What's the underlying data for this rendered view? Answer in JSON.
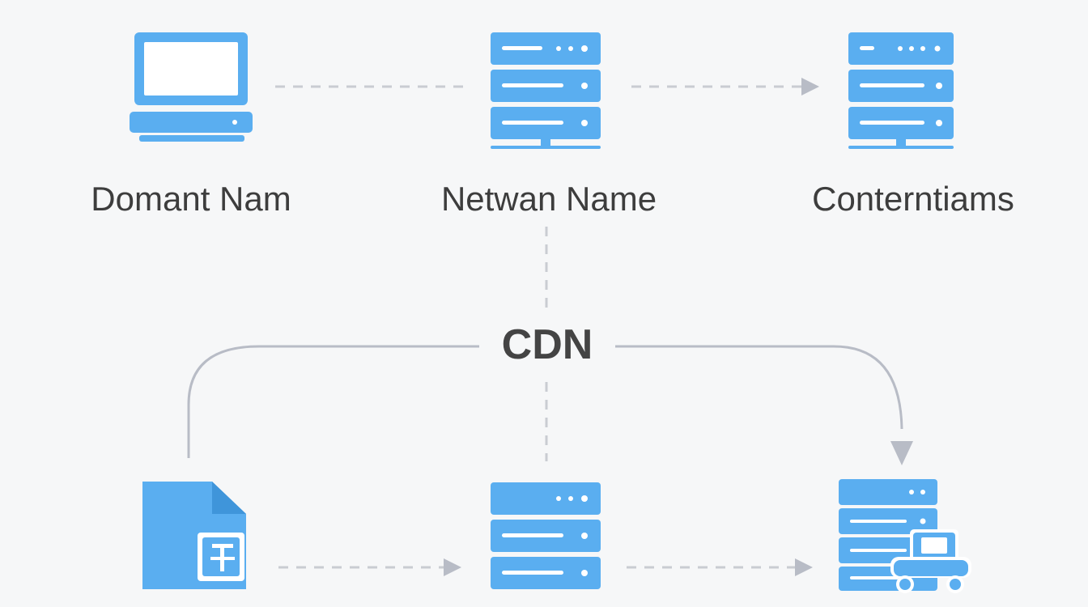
{
  "nodes": {
    "top_left": {
      "label": "Domant Nam",
      "icon": "laptop-icon"
    },
    "top_middle": {
      "label": "Netwan Name",
      "icon": "server-icon"
    },
    "top_right": {
      "label": "Conterntiams",
      "icon": "server-icon"
    },
    "bottom_left": {
      "icon": "document-icon"
    },
    "bottom_middle": {
      "icon": "server-icon"
    },
    "bottom_right": {
      "icon": "server-with-vehicle-icon"
    }
  },
  "center": {
    "label": "CDN"
  },
  "colors": {
    "icon_fill": "#5aaef0",
    "icon_detail": "#ffffff",
    "connector": "#b8bcc6",
    "dashed": "#c9ccd2",
    "text": "#3d3d3d",
    "background": "#f6f7f8"
  }
}
